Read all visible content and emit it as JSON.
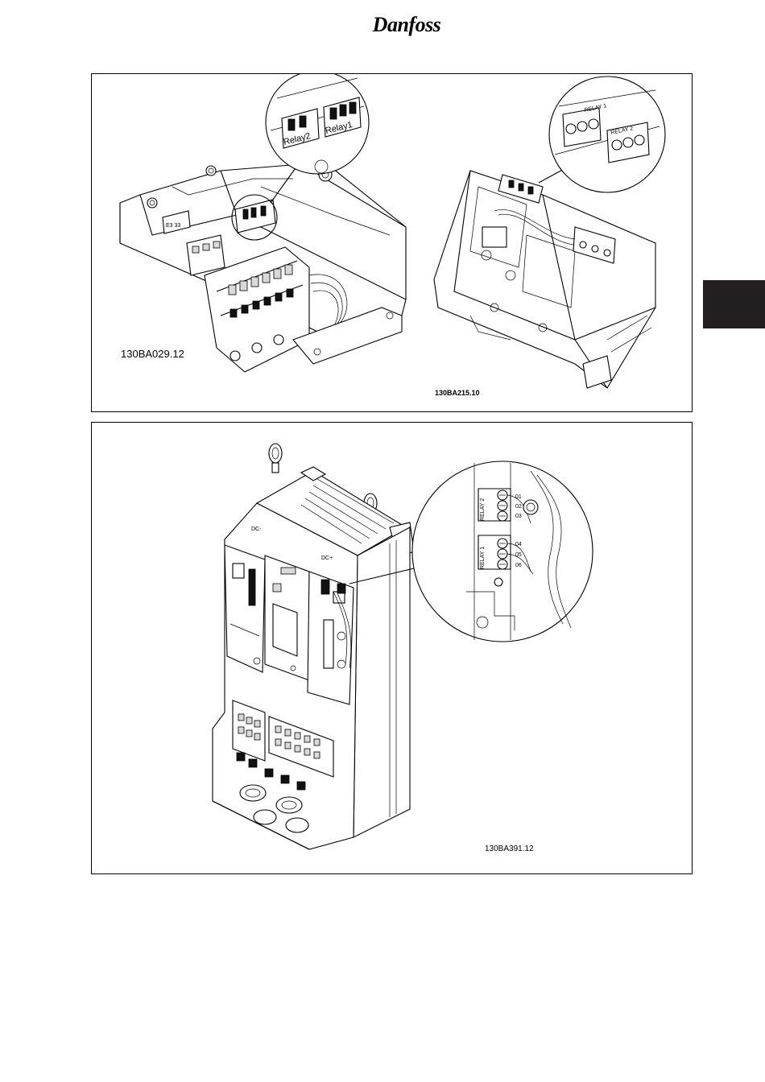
{
  "header": {
    "logo_text": "Danfoss"
  },
  "figure_top": {
    "left": {
      "code": "130BA029.12",
      "callout_labels": {
        "relay2": "Relay2",
        "relay1": "Relay1"
      }
    },
    "right": {
      "code": "130BA215.10",
      "callout_labels": {
        "relay1": "RELAY 1",
        "relay2": "RELAY 2"
      }
    }
  },
  "figure_bottom": {
    "code": "130BA391.12",
    "callout_labels": {
      "relay2": "RELAY 2",
      "relay1": "RELAY 1"
    },
    "terminal_numbers": {
      "t1": "01",
      "t2": "02",
      "t3": "03",
      "t4": "04",
      "t5": "05",
      "t6": "06"
    },
    "dc_labels": {
      "dc_minus": "DC-",
      "dc_plus": "DC+"
    }
  },
  "colors": {
    "side_tab": "#231f20",
    "line": "#000000"
  }
}
